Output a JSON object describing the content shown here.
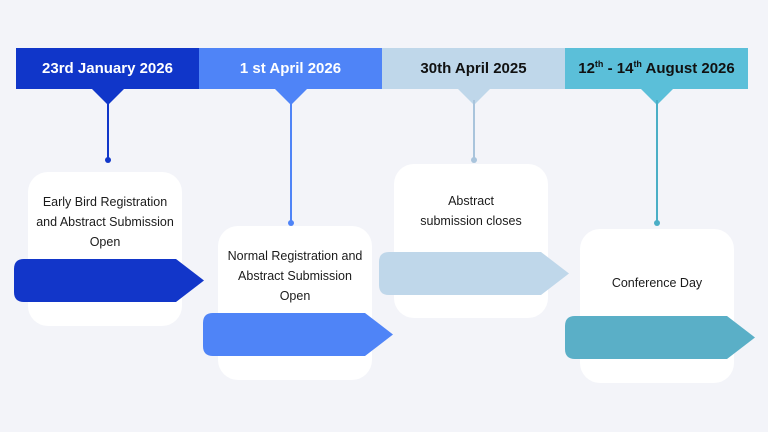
{
  "timeline": [
    {
      "date_main": "23rd January 2026",
      "label": "Early Bird Registration and Abstract Submission Open",
      "color": "#1036c9"
    },
    {
      "date_main": "1 st April 2026",
      "label": "Normal Registration and Abstract Submission Open",
      "color": "#4f84f7"
    },
    {
      "date_main": "30th April 2025",
      "label": "Abstract submission closes",
      "color": "#bfd7ea"
    },
    {
      "date_parts": [
        "12",
        "th",
        " - 14",
        "th",
        " August 2026"
      ],
      "label": "Conference Day",
      "color": "#5bbfd9"
    }
  ],
  "colors": {
    "background": "#f3f4f9",
    "stem_1": "#1036c9",
    "stem_2": "#4f84f7",
    "stem_3": "#a9c4dc",
    "stem_4": "#4aaec6",
    "arrow_1": "#1236c9",
    "arrow_2": "#4f84f7",
    "arrow_3": "#bfd7ea",
    "arrow_4": "#5aafc7"
  }
}
